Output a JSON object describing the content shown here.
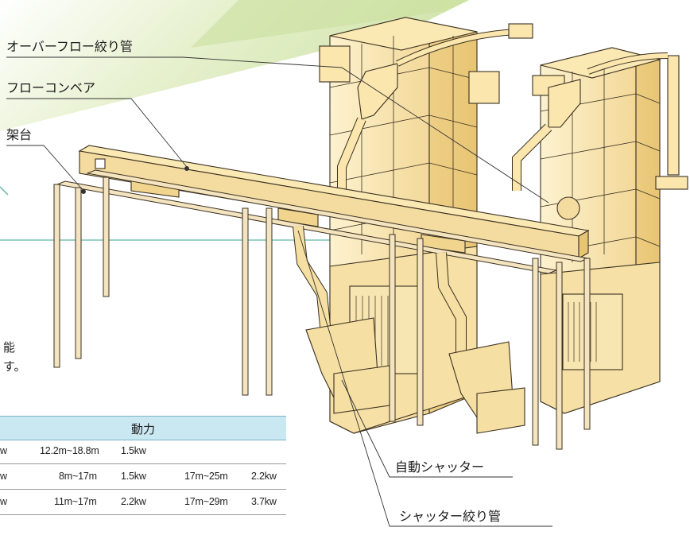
{
  "labels": {
    "overflow_pipe": "オーバーフロー絞り管",
    "flow_conveyor": "フローコンベア",
    "stand": "架台",
    "auto_shutter": "自動シャッター",
    "shutter_pipe": "シャッター絞り管"
  },
  "left_text": {
    "line1": "能",
    "line2": "す。"
  },
  "table": {
    "header": "動力",
    "rows": [
      {
        "c0": "w",
        "c1": "12.2m~18.8m",
        "c2": "1.5kw",
        "c3": "",
        "c4": ""
      },
      {
        "c0": "w",
        "c1": "8m~17m",
        "c2": "1.5kw",
        "c3": "17m~25m",
        "c4": "2.2kw"
      },
      {
        "c0": "w",
        "c1": "11m~17m",
        "c2": "2.2kw",
        "c3": "17m~29m",
        "c4": "3.7kw"
      }
    ]
  },
  "colors": {
    "body": "#fcefc4",
    "body_dark": "#f3d996",
    "frame": "#f4e4bf",
    "outline": "#3a3020",
    "banner": "#d9eab5",
    "header_bg": "#c9e8f2",
    "divider": "#5fb8a8"
  }
}
